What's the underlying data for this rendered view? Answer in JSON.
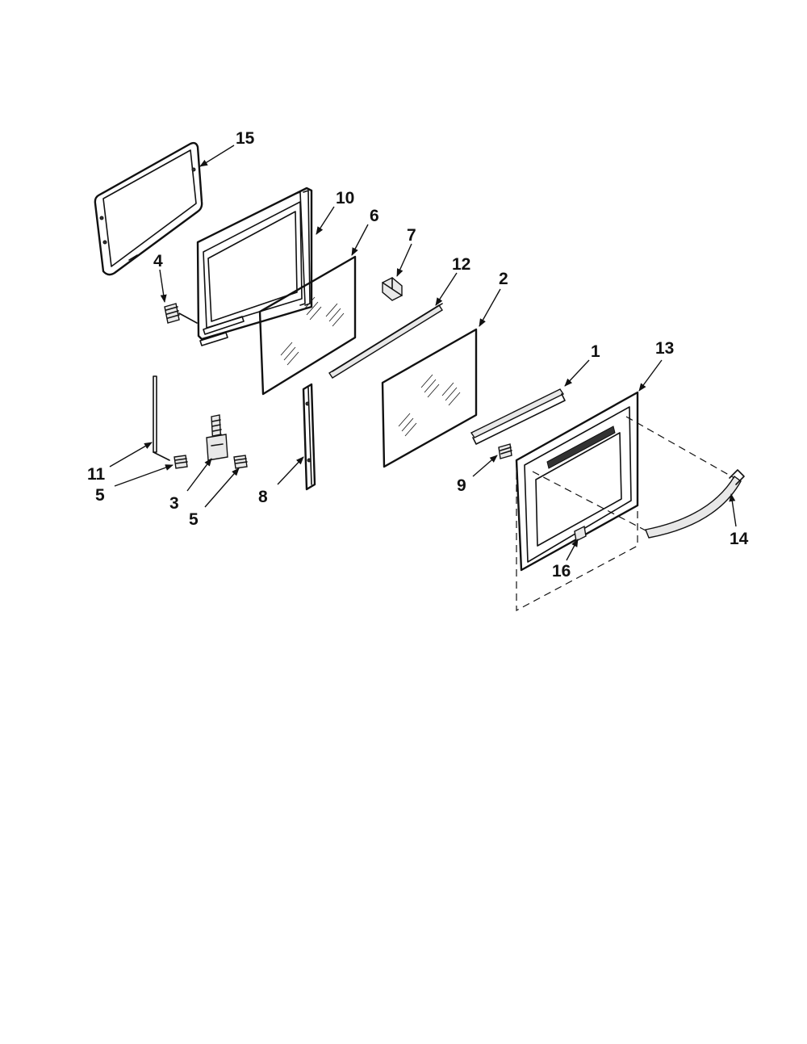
{
  "diagram": {
    "callouts": {
      "c1": "1",
      "c2": "2",
      "c3": "3",
      "c4": "4",
      "c5a": "5",
      "c5b": "5",
      "c6": "6",
      "c7": "7",
      "c8": "8",
      "c9": "9",
      "c10": "10",
      "c11": "11",
      "c12": "12",
      "c13": "13",
      "c14": "14",
      "c15": "15",
      "c16": "16"
    },
    "colors": {
      "line": "#111111",
      "background": "#ffffff"
    }
  }
}
